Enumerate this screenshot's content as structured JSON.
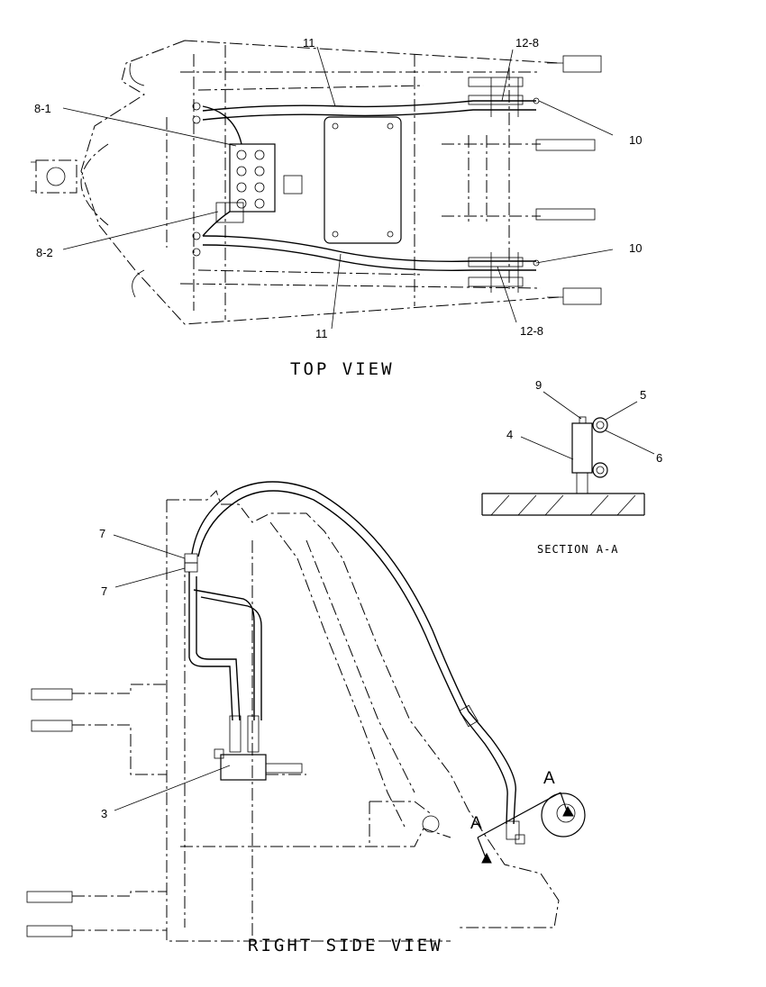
{
  "views": {
    "top": "TOP VIEW",
    "side": "RIGHT SIDE VIEW",
    "section": "SECTION A-A"
  },
  "callouts": {
    "top_11_upper": "11",
    "top_12_8_upper": "12-8",
    "top_8_1": "8-1",
    "top_10_upper": "10",
    "top_8_2": "8-2",
    "top_10_lower": "10",
    "top_11_lower": "11",
    "top_12_8_lower": "12-8",
    "sec_9": "9",
    "sec_5": "5",
    "sec_4": "4",
    "sec_6": "6",
    "side_7_upper": "7",
    "side_7_lower": "7",
    "side_3": "3"
  },
  "section_markers": {
    "left": "A",
    "right": "A"
  }
}
